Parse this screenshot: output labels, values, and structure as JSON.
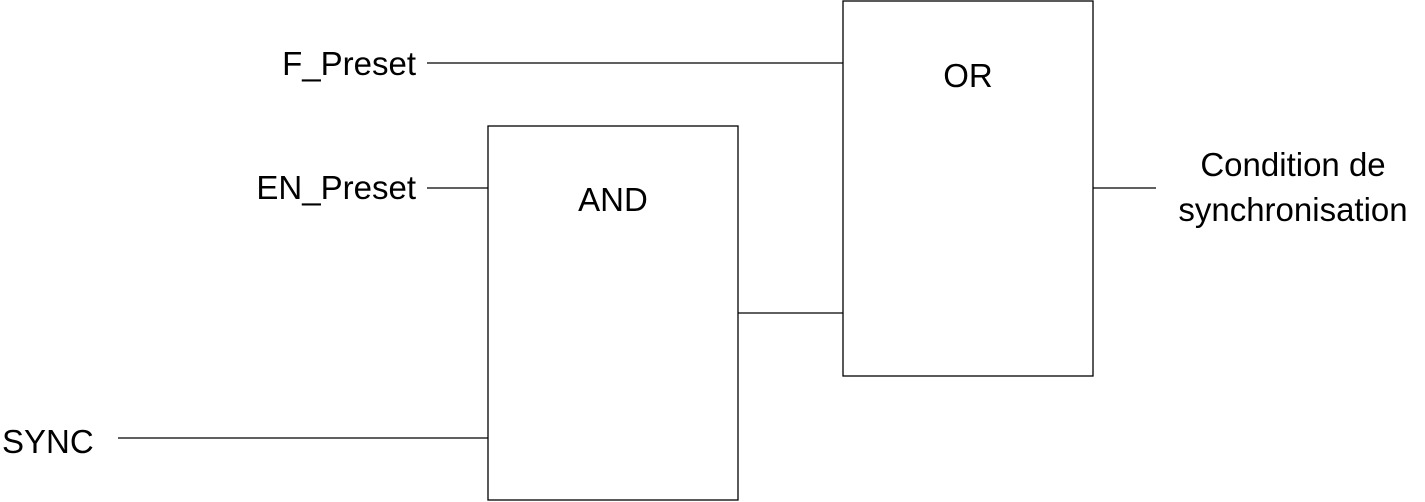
{
  "inputs": {
    "f_preset": "F_Preset",
    "en_preset": "EN_Preset",
    "sync": "SYNC"
  },
  "blocks": {
    "and_gate": "AND",
    "or_gate": "OR"
  },
  "output": {
    "line1": "Condition de",
    "line2": "synchronisation"
  },
  "colors": {
    "stroke": "#000000",
    "background": "#ffffff"
  }
}
